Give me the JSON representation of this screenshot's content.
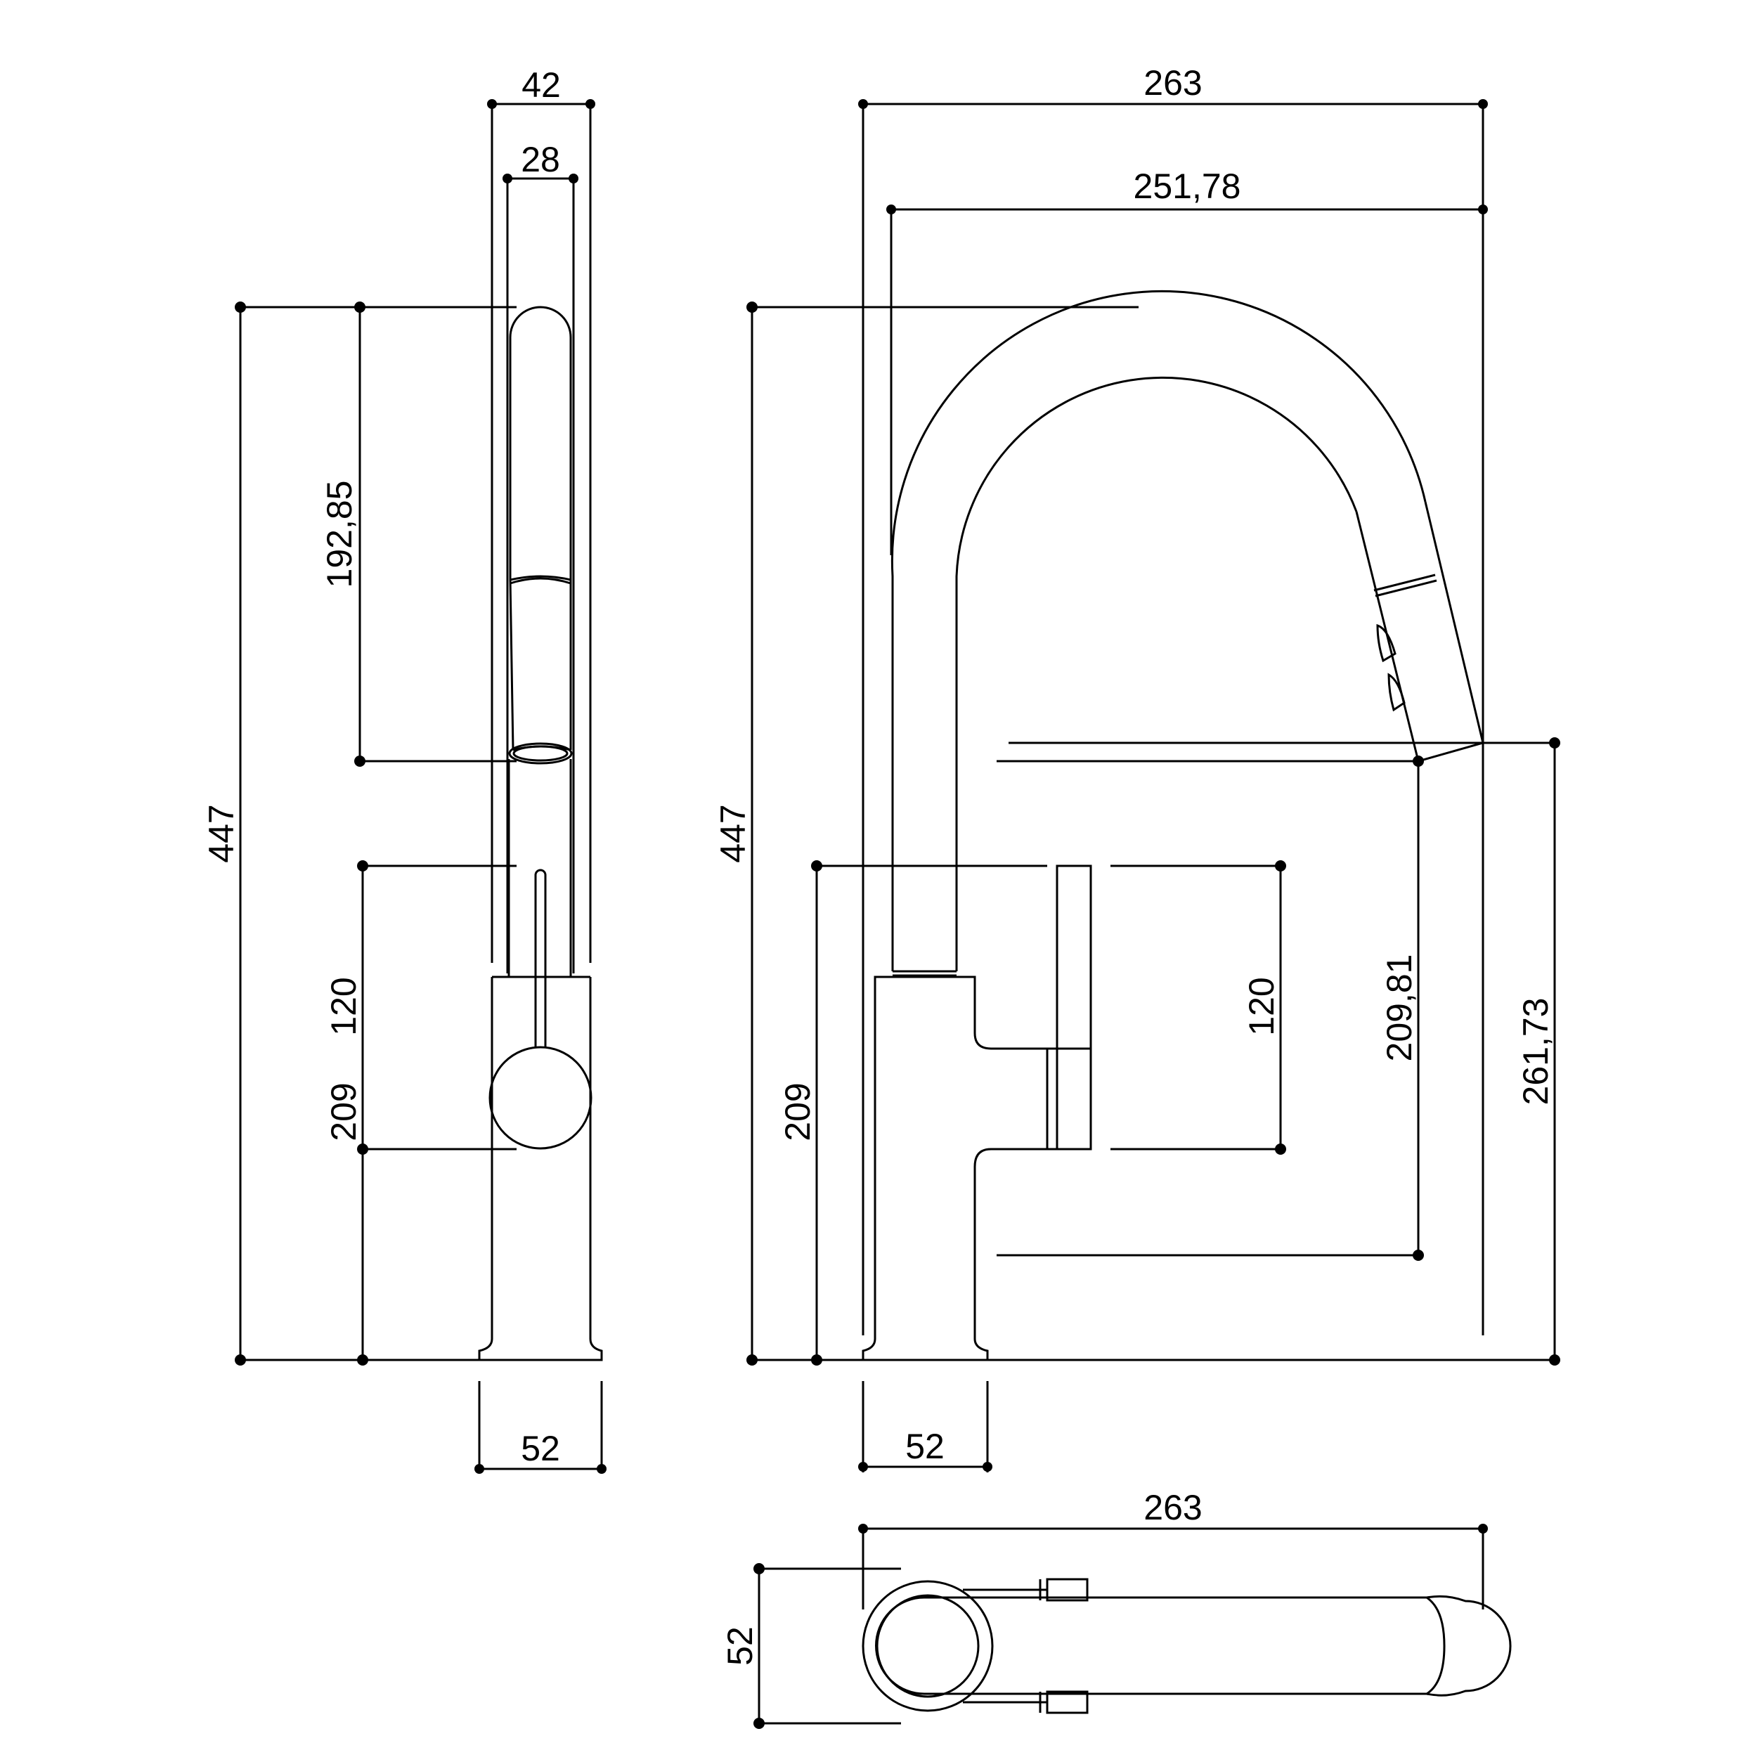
{
  "colors": {
    "line": "#000000",
    "background": "#ffffff"
  },
  "side_view": {
    "width_outer": "42",
    "width_inner": "28",
    "height_total": "447",
    "height_spray": "192,85",
    "height_lever": "120",
    "height_body": "209",
    "base_width": "52"
  },
  "front_view": {
    "reach_total": "263",
    "reach_spout": "251,78",
    "height_total": "447",
    "height_body": "209",
    "height_lever": "120",
    "height_outlet": "209,81",
    "height_outlet_top": "261,73",
    "base_width": "52"
  },
  "top_view": {
    "length": "263",
    "width": "52"
  }
}
